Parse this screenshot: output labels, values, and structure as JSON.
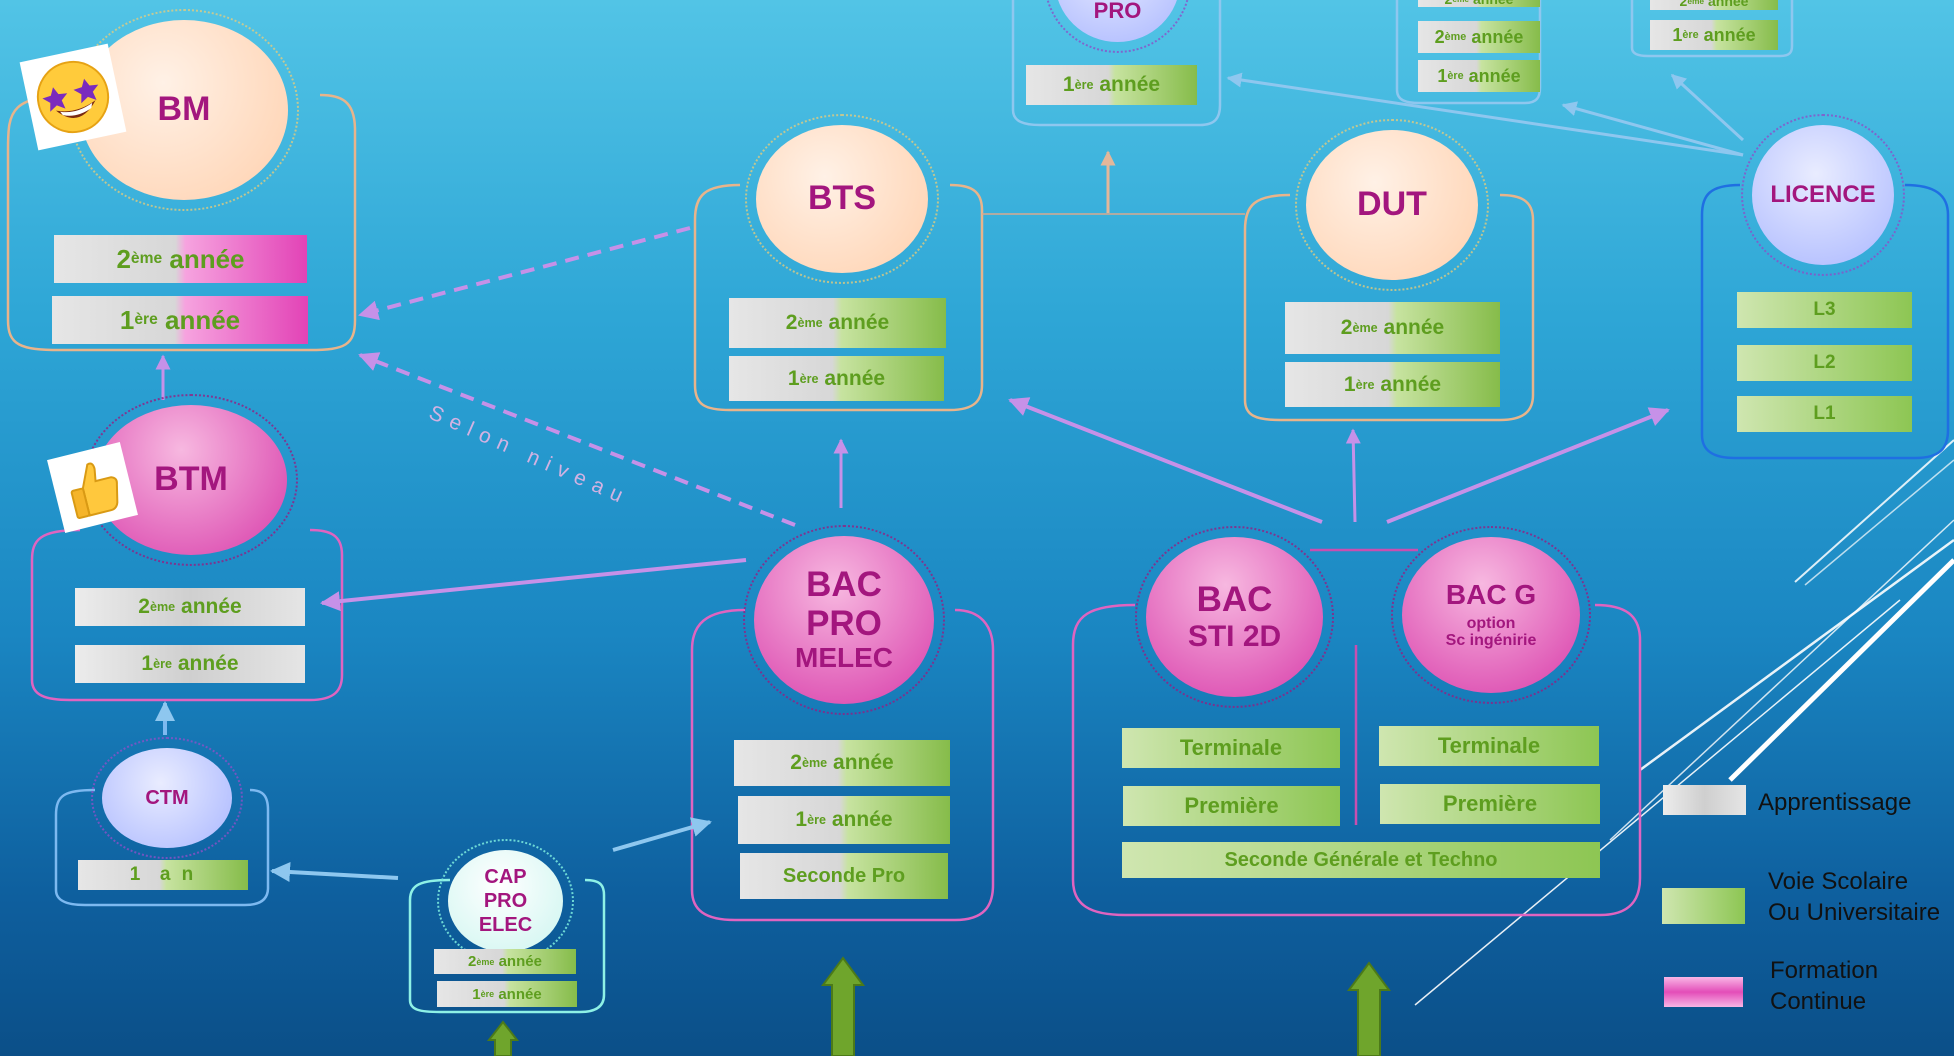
{
  "nodes": {
    "bm": {
      "title": "BM"
    },
    "btm": {
      "title": "BTM"
    },
    "ctm": {
      "title": "CTM"
    },
    "cap": {
      "line1": "CAP",
      "line2": "PRO",
      "line3": "ELEC"
    },
    "bts": {
      "title": "BTS"
    },
    "dut": {
      "title": "DUT"
    },
    "licence": {
      "title": "LICENCE"
    },
    "bac_pro": {
      "line1": "BAC",
      "line2": "PRO",
      "line3": "MELEC"
    },
    "bac_sti": {
      "line1": "BAC",
      "line2": "STI 2D"
    },
    "bac_g": {
      "line1": "BAC G",
      "line2": "option",
      "line3": "Sc ingénirie"
    },
    "top_pro": {
      "title": "PRO"
    }
  },
  "bars": {
    "deuxieme": {
      "num": "2",
      "sup": "ème",
      "word": "année"
    },
    "premiere": {
      "num": "1",
      "sup": "ère",
      "word": "année"
    },
    "un_an": "1  a n",
    "seconde_pro": "Seconde Pro",
    "terminale": "Terminale",
    "premiere_classe": "Première",
    "seconde_gt": "Seconde Générale et Techno",
    "l3": "L3",
    "l2": "L2",
    "l1": "L1"
  },
  "annotation": "Selon niveau",
  "legend": {
    "apprentissage": "Apprentissage",
    "voie_line1": "Voie Scolaire",
    "voie_line2": "Ou Universitaire",
    "formation_line1": "Formation",
    "formation_line2": "Continue"
  },
  "colors": {
    "accent_magenta": "#a3167e",
    "bar_green": "#5e9e1f",
    "arrow_violet": "#c691e8",
    "arrow_blue": "#8ec7ef",
    "big_arrow_green": "#6fa52c"
  },
  "stickers": {
    "bm": "star-struck-emoji",
    "btm": "thumbs-up-emoji"
  }
}
